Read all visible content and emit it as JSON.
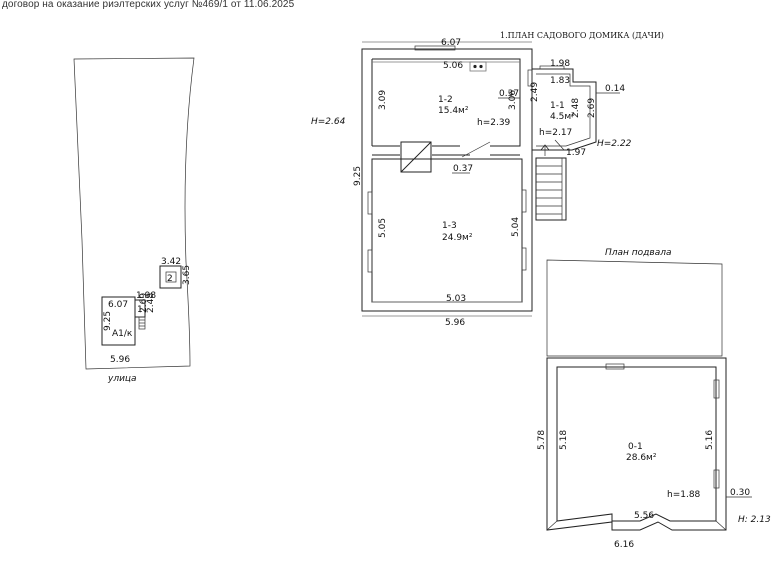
{
  "header": {
    "text": "договор на оказание риэлтерских услуг №469/1 от 11.06.2025"
  },
  "site_plan": {
    "street": "улица",
    "dims": {
      "width": "5.96",
      "house_top": "6.07",
      "house_side": "9.25",
      "outbuilding_top": "3.42",
      "outbuilding_side": "3.65",
      "porch_width": "1.98",
      "porch_side_a": "2.69",
      "porch_side_b": "2.48"
    },
    "labels": {
      "house": "A1/к",
      "outbuilding": "2",
      "porch": "1"
    }
  },
  "ground_floor": {
    "title": "1.ПЛАН САДОВОГО ДОМИКА (ДАЧИ)",
    "height_left": "H=2.64",
    "height_right": "H=2.22",
    "dims": {
      "top_outer": "6.07",
      "top_inner": "5.06",
      "left_outer": "9.25",
      "left_room12": "3.09",
      "left_room13": "5.05",
      "right_room13": "5.04",
      "bottom_inner": "5.03",
      "bottom_outer": "5.96",
      "wall_a": "0.37",
      "wall_b": "0.37",
      "room12_right": "3.06",
      "porch_left": "2.49",
      "porch_top_outer": "1.98",
      "porch_top_inner": "1.83",
      "porch_right_outer": "2.69",
      "porch_right_inner": "2.48",
      "porch_wall": "0.14",
      "porch_bottom": "1.97"
    },
    "rooms": [
      {
        "id": "1-2",
        "area": "15.4м²",
        "height": "h=2.39"
      },
      {
        "id": "1-1",
        "area": "4.5м²",
        "height": "h=2.17"
      },
      {
        "id": "1-3",
        "area": "24.9м²"
      }
    ]
  },
  "basement": {
    "title": "План подвала",
    "dims": {
      "left_outer": "5.78",
      "left_inner": "5.18",
      "right_inner": "5.16",
      "bottom_inner": "5.56",
      "bottom_outer": "6.16",
      "wall": "0.30"
    },
    "height_right": "H: 2.13",
    "room": {
      "id": "0-1",
      "area": "28.6м²",
      "height": "h=1.88"
    }
  }
}
